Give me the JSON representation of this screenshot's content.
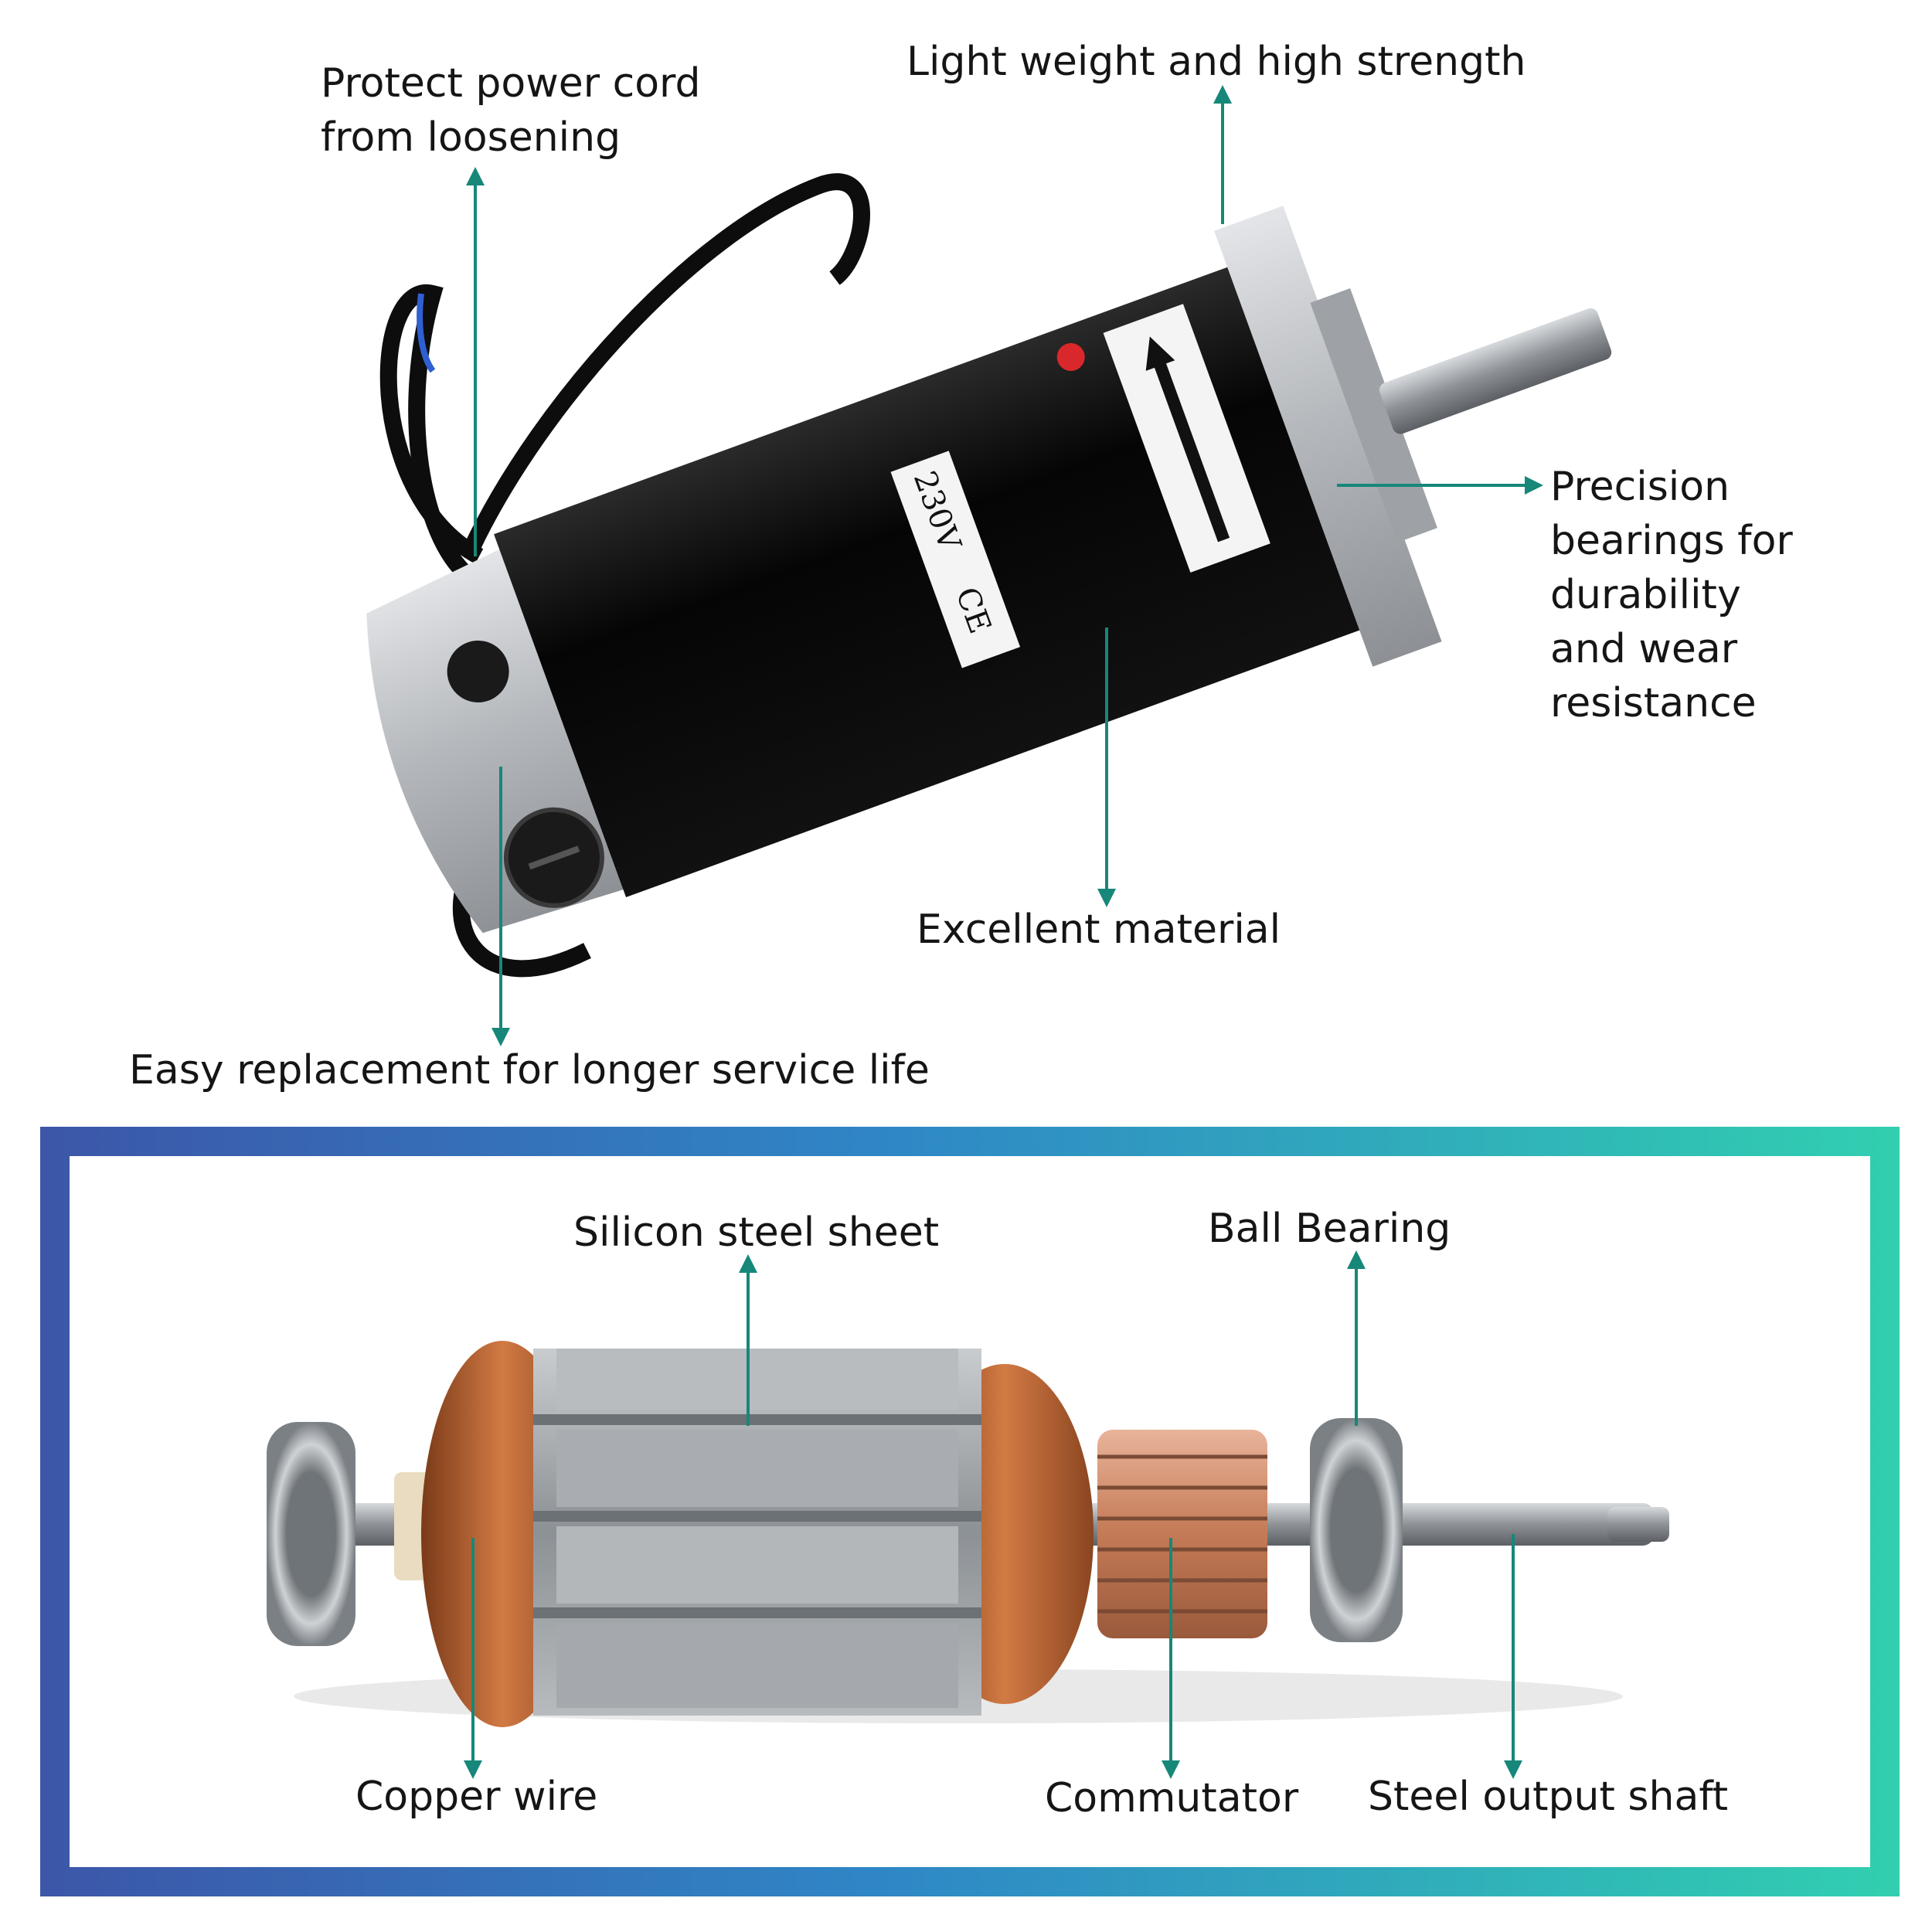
{
  "colors": {
    "accent": "#17877a",
    "frame_start": "#3c56a8",
    "frame_end": "#31cfb0",
    "motor_body": "#0a0a0a",
    "aluminum": "#b9bcc0",
    "copper": "#b8602c"
  },
  "motor": {
    "voltage_label": "230V",
    "cert_mark": "CE",
    "callouts": {
      "power_cord": [
        "Protect power cord",
        "from loosening"
      ],
      "light_weight": "Light weight and high strength",
      "bearings": [
        "Precision",
        "bearings for",
        "durability",
        "and wear",
        "resistance"
      ],
      "material": "Excellent material",
      "replacement": "Easy replacement for longer service life"
    }
  },
  "armature": {
    "callouts": {
      "silicon_steel": "Silicon steel sheet",
      "ball_bearing": "Ball Bearing",
      "copper_wire": "Copper wire",
      "commutator": "Commutator",
      "output_shaft": "Steel output shaft"
    }
  }
}
